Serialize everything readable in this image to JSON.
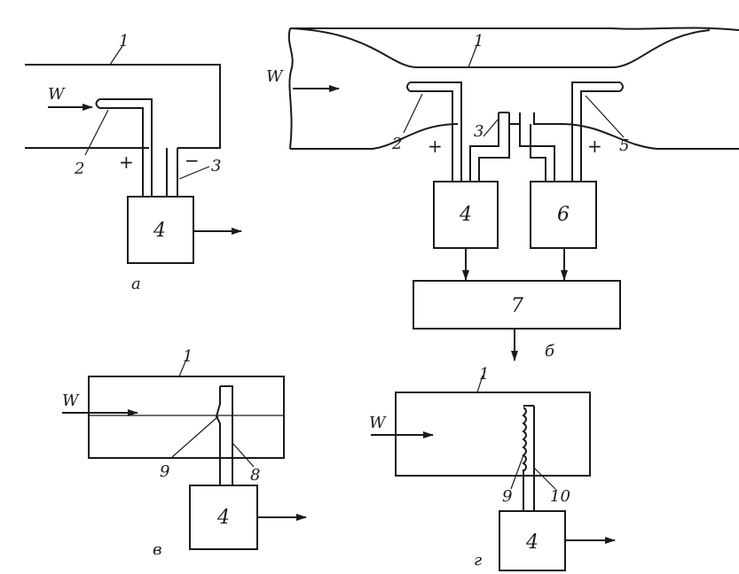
{
  "panels": {
    "a": {
      "caption": "а",
      "flow_label": "W",
      "plus": "+",
      "minus": "−",
      "labels": [
        "1",
        "2",
        "3"
      ],
      "block": "4"
    },
    "b": {
      "caption": "б",
      "flow_label": "W",
      "plus_left": "+",
      "plus_right": "+",
      "labels": [
        "1",
        "2",
        "3",
        "5"
      ],
      "blocks": [
        "4",
        "6",
        "7"
      ]
    },
    "v": {
      "caption": "в",
      "flow_label": "W",
      "labels": [
        "1",
        "9",
        "8"
      ],
      "block": "4"
    },
    "g": {
      "caption": "г",
      "flow_label": "W",
      "labels": [
        "1",
        "9",
        "10"
      ],
      "block": "4"
    }
  }
}
